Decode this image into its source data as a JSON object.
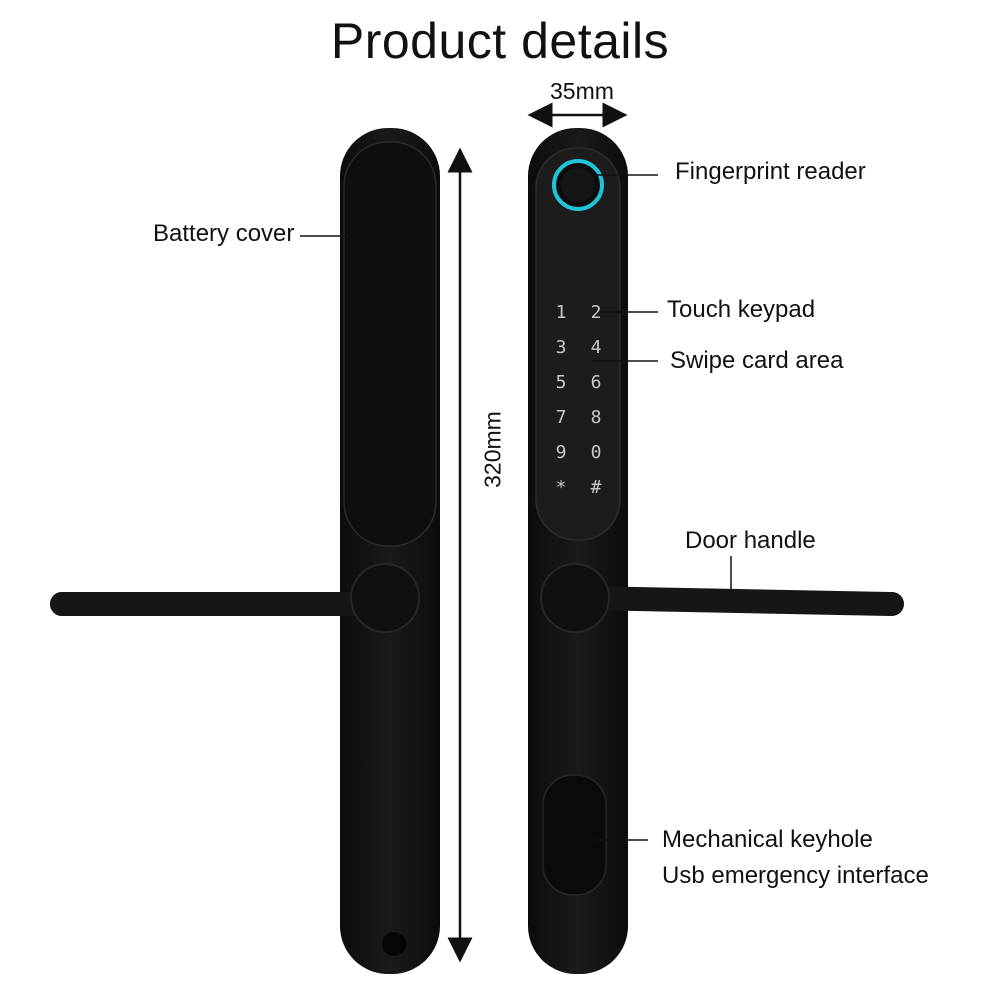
{
  "title": "Product details",
  "dimensions": {
    "width": "35mm",
    "height": "320mm"
  },
  "labels": {
    "battery_cover": "Battery cover",
    "fingerprint_reader": "Fingerprint reader",
    "touch_keypad": "Touch keypad",
    "swipe_card_area": "Swipe card area",
    "door_handle": "Door handle",
    "mechanical_keyhole": "Mechanical keyhole",
    "usb_interface": "Usb emergency interface"
  },
  "keypad": {
    "keys": [
      "1",
      "2",
      "3",
      "4",
      "5",
      "6",
      "7",
      "8",
      "9",
      "0",
      "*",
      "#"
    ]
  },
  "colors": {
    "body": "#141414",
    "panel": "#1e1e1e",
    "fingerprint_ring": "#1fc4d8",
    "key_text": "#c8c8c8"
  }
}
